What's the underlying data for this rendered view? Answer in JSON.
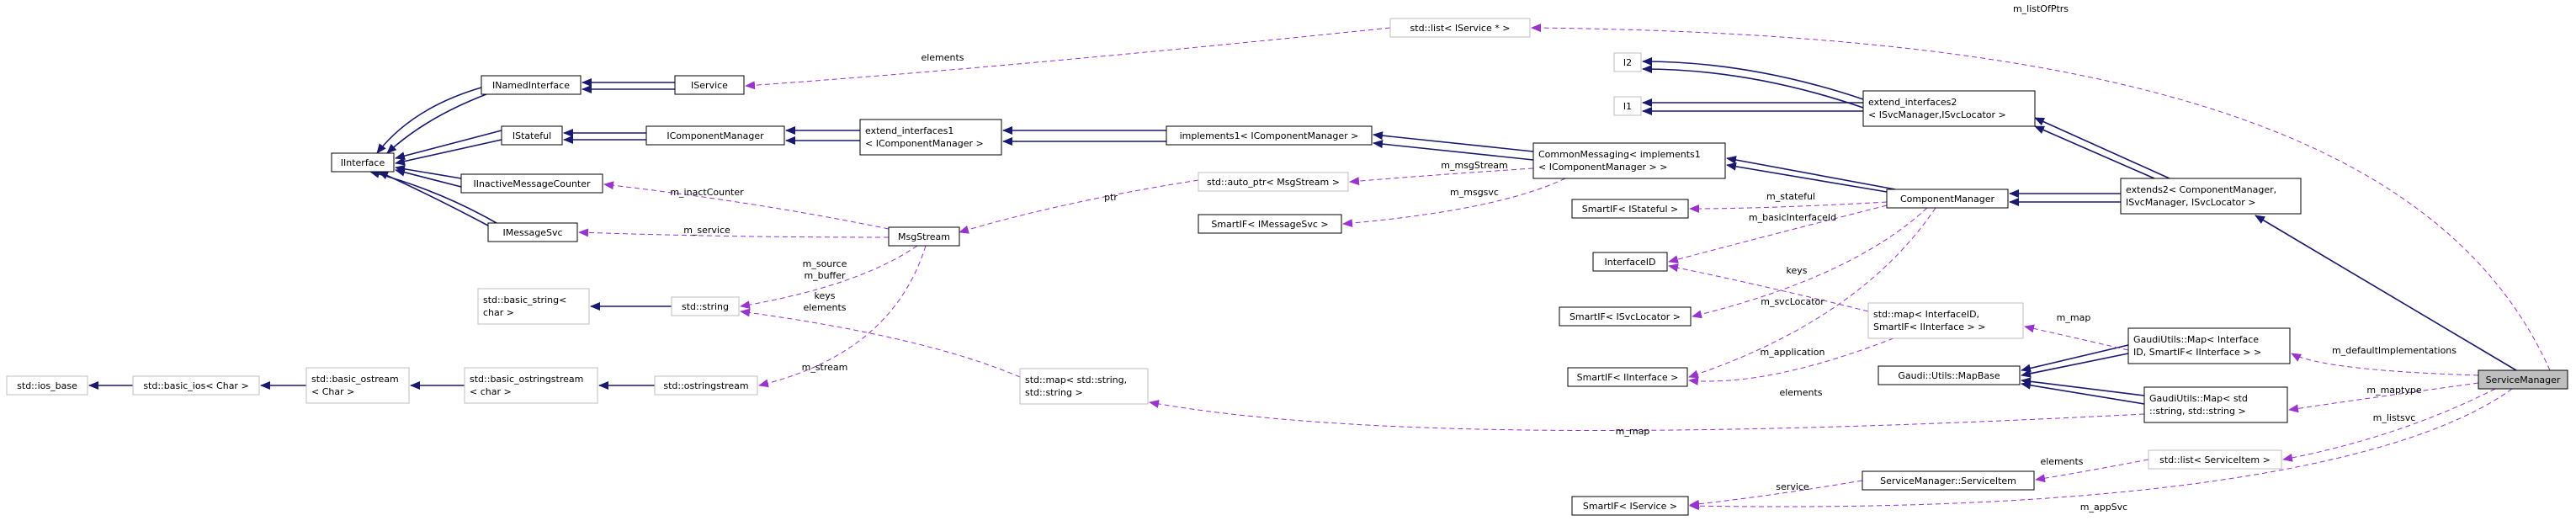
{
  "colors": {
    "inheritance_edge": "#191970",
    "usage_edge": "#9a32cd",
    "documented_border": "#000000",
    "undocumented_border": "#bfbfbf",
    "focus_fill": "#bfbfbf",
    "background": "#ffffff"
  },
  "nodes": [
    {
      "id": "ios_base",
      "lines": [
        "std::ios_base"
      ],
      "documented": false
    },
    {
      "id": "basic_ios",
      "lines": [
        "std::basic_ios< Char >"
      ],
      "documented": false
    },
    {
      "id": "basic_ostream",
      "lines": [
        "std::basic_ostream",
        "< Char >"
      ],
      "documented": false
    },
    {
      "id": "basic_ostringstream",
      "lines": [
        "std::basic_ostringstream",
        "< char >"
      ],
      "documented": false
    },
    {
      "id": "ostringstream",
      "lines": [
        "std::ostringstream"
      ],
      "documented": false
    },
    {
      "id": "basic_string",
      "lines": [
        "std::basic_string<",
        "char >"
      ],
      "documented": false
    },
    {
      "id": "string",
      "lines": [
        "std::string"
      ],
      "documented": false
    },
    {
      "id": "IInterface",
      "lines": [
        "IInterface"
      ],
      "documented": true
    },
    {
      "id": "INamedInterface",
      "lines": [
        "INamedInterface"
      ],
      "documented": true
    },
    {
      "id": "IService",
      "lines": [
        "IService"
      ],
      "documented": true
    },
    {
      "id": "IStateful",
      "lines": [
        "IStateful"
      ],
      "documented": true
    },
    {
      "id": "IComponentManager",
      "lines": [
        "IComponentManager"
      ],
      "documented": true
    },
    {
      "id": "IInactiveMessageCounter",
      "lines": [
        "IInactiveMessageCounter"
      ],
      "documented": true
    },
    {
      "id": "IMessageSvc",
      "lines": [
        "IMessageSvc"
      ],
      "documented": true
    },
    {
      "id": "MsgStream",
      "lines": [
        "MsgStream"
      ],
      "documented": true
    },
    {
      "id": "extend_interfaces1",
      "lines": [
        "extend_interfaces1",
        "< IComponentManager >"
      ],
      "documented": true
    },
    {
      "id": "implements1",
      "lines": [
        "implements1< IComponentManager >"
      ],
      "documented": true
    },
    {
      "id": "list_IService",
      "lines": [
        "std::list< IService * >"
      ],
      "documented": false
    },
    {
      "id": "auto_ptr",
      "lines": [
        "std::auto_ptr< MsgStream >"
      ],
      "documented": false
    },
    {
      "id": "SmartIF_IMessageSvc",
      "lines": [
        "SmartIF< IMessageSvc >"
      ],
      "documented": true
    },
    {
      "id": "map_string",
      "lines": [
        "std::map< std::string,",
        "std::string >"
      ],
      "documented": false
    },
    {
      "id": "CommonMessaging",
      "lines": [
        "CommonMessaging< implements1",
        "< IComponentManager > >"
      ],
      "documented": true
    },
    {
      "id": "I2",
      "lines": [
        "I2"
      ],
      "documented": false
    },
    {
      "id": "I1",
      "lines": [
        "I1"
      ],
      "documented": false
    },
    {
      "id": "extend_interfaces2",
      "lines": [
        "extend_interfaces2",
        "< ISvcManager,ISvcLocator >"
      ],
      "documented": true
    },
    {
      "id": "SmartIF_IStateful",
      "lines": [
        "SmartIF< IStateful >"
      ],
      "documented": true
    },
    {
      "id": "InterfaceID",
      "lines": [
        "InterfaceID"
      ],
      "documented": true
    },
    {
      "id": "SmartIF_ISvcLocator",
      "lines": [
        "SmartIF< ISvcLocator >"
      ],
      "documented": true
    },
    {
      "id": "SmartIF_IInterface",
      "lines": [
        "SmartIF< IInterface >"
      ],
      "documented": true
    },
    {
      "id": "SmartIF_IService",
      "lines": [
        "SmartIF< IService >"
      ],
      "documented": true
    },
    {
      "id": "ComponentManager",
      "lines": [
        "ComponentManager"
      ],
      "documented": true
    },
    {
      "id": "map_InterfaceID",
      "lines": [
        "std::map< InterfaceID,",
        "SmartIF< IInterface > >"
      ],
      "documented": false
    },
    {
      "id": "MapBase",
      "lines": [
        "Gaudi::Utils::MapBase"
      ],
      "documented": true
    },
    {
      "id": "ServiceItem",
      "lines": [
        "ServiceManager::ServiceItem"
      ],
      "documented": true
    },
    {
      "id": "GaudiMap_Interface",
      "lines": [
        "GaudiUtils::Map< Interface",
        "ID, SmartIF< IInterface > >"
      ],
      "documented": true
    },
    {
      "id": "GaudiMap_std",
      "lines": [
        "GaudiUtils::Map< std",
        "::string, std::string >"
      ],
      "documented": true
    },
    {
      "id": "list_ServiceItem",
      "lines": [
        "std::list< ServiceItem >"
      ],
      "documented": false
    },
    {
      "id": "extends2",
      "lines": [
        "extends2< ComponentManager,",
        "ISvcManager, ISvcLocator >"
      ],
      "documented": true
    },
    {
      "id": "ServiceManager",
      "lines": [
        "ServiceManager"
      ],
      "documented": true,
      "focus": true
    }
  ],
  "edge_labels": [
    {
      "id": "m_listOfPtrs",
      "text": "m_listOfPtrs"
    },
    {
      "id": "elements_list_iservice",
      "text": "elements"
    },
    {
      "id": "ptr",
      "text": "ptr"
    },
    {
      "id": "m_msgStream",
      "text": "m_msgStream"
    },
    {
      "id": "m_msgsvc",
      "text": "m_msgsvc"
    },
    {
      "id": "m_inactCounter",
      "text": "m_inactCounter"
    },
    {
      "id": "m_service",
      "text": "m_service"
    },
    {
      "id": "m_source",
      "text": "m_source"
    },
    {
      "id": "m_buffer",
      "text": "m_buffer"
    },
    {
      "id": "keys_map_string",
      "text": "keys"
    },
    {
      "id": "elements_map_string",
      "text": "elements"
    },
    {
      "id": "m_stream",
      "text": "m_stream"
    },
    {
      "id": "m_stateful",
      "text": "m_stateful"
    },
    {
      "id": "m_basicInterfaceId",
      "text": "m_basicInterfaceId"
    },
    {
      "id": "keys_map_interface",
      "text": "keys"
    },
    {
      "id": "m_svcLocator",
      "text": "m_svcLocator"
    },
    {
      "id": "m_application",
      "text": "m_application"
    },
    {
      "id": "elements_map_interface",
      "text": "elements"
    },
    {
      "id": "m_map_interface",
      "text": "m_map"
    },
    {
      "id": "m_map_string",
      "text": "m_map"
    },
    {
      "id": "m_defaultImplementations",
      "text": "m_defaultImplementations"
    },
    {
      "id": "m_maptype",
      "text": "m_maptype"
    },
    {
      "id": "m_listsvc",
      "text": "m_listsvc"
    },
    {
      "id": "elements_list_serviceitem",
      "text": "elements"
    },
    {
      "id": "service",
      "text": "service"
    },
    {
      "id": "m_appSvc",
      "text": "m_appSvc"
    }
  ]
}
